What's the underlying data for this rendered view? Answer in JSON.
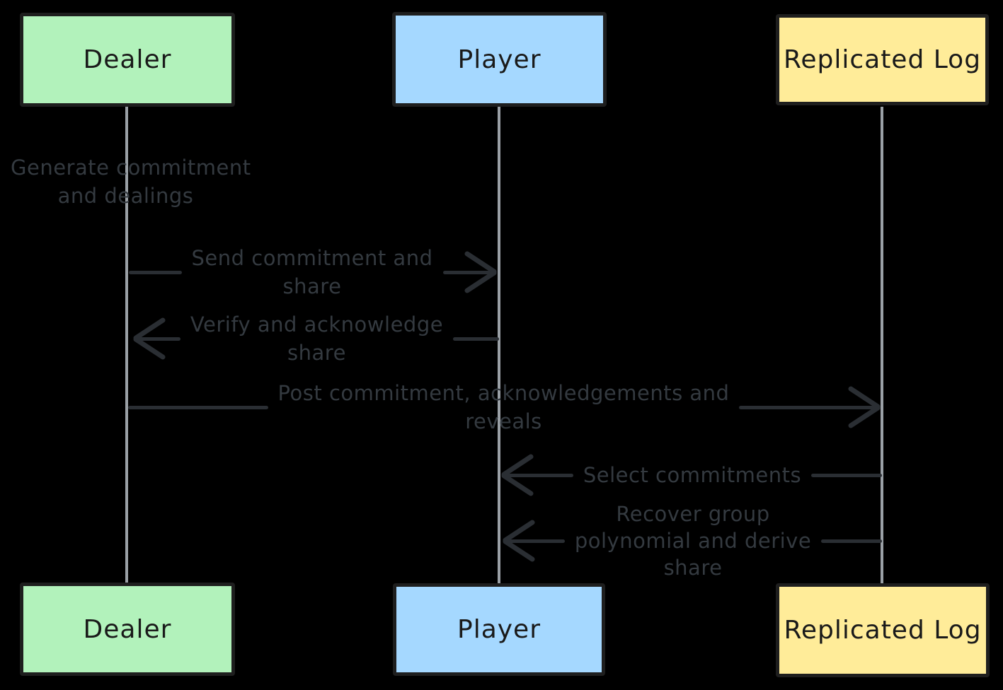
{
  "diagram_type": "sequence-diagram",
  "colors": {
    "background": "#000000",
    "box_border": "#1e1e1e",
    "actor_text": "#1a1a1a",
    "lifeline": "#9aa0a6",
    "message_text": "#343a40",
    "arrow": "#2a2e33",
    "dealer_fill": "#b2f2bb",
    "player_fill": "#a5d8ff",
    "replicated_log_fill": "#ffec99"
  },
  "actors": [
    {
      "id": "dealer",
      "label": "Dealer",
      "fill": "#b2f2bb"
    },
    {
      "id": "player",
      "label": "Player",
      "fill": "#a5d8ff"
    },
    {
      "id": "replicated-log",
      "label": "Replicated Log",
      "fill": "#ffec99"
    }
  ],
  "messages": [
    {
      "id": "generate-commitment-note",
      "type": "self-note",
      "actor": "dealer",
      "lines": [
        "Generate commitment",
        "and dealings"
      ]
    },
    {
      "id": "send-commitment",
      "type": "arrow",
      "from": "dealer",
      "to": "player",
      "direction": "right",
      "lines": [
        "Send commitment and",
        "share"
      ]
    },
    {
      "id": "verify-acknowledge",
      "type": "arrow",
      "from": "player",
      "to": "dealer",
      "direction": "left",
      "lines": [
        "Verify and acknowledge",
        "share"
      ]
    },
    {
      "id": "post-commitment",
      "type": "arrow",
      "from": "dealer",
      "to": "replicated-log",
      "direction": "right",
      "lines": [
        "Post commitment, acknowledgements and",
        "reveals"
      ]
    },
    {
      "id": "select-commitments",
      "type": "arrow",
      "from": "replicated-log",
      "to": "player",
      "direction": "left",
      "lines": [
        "Select commitments"
      ]
    },
    {
      "id": "recover-group-polynomial",
      "type": "arrow",
      "from": "replicated-log",
      "to": "player",
      "direction": "left",
      "lines": [
        "Recover group",
        "polynomial and derive",
        "share"
      ]
    }
  ]
}
